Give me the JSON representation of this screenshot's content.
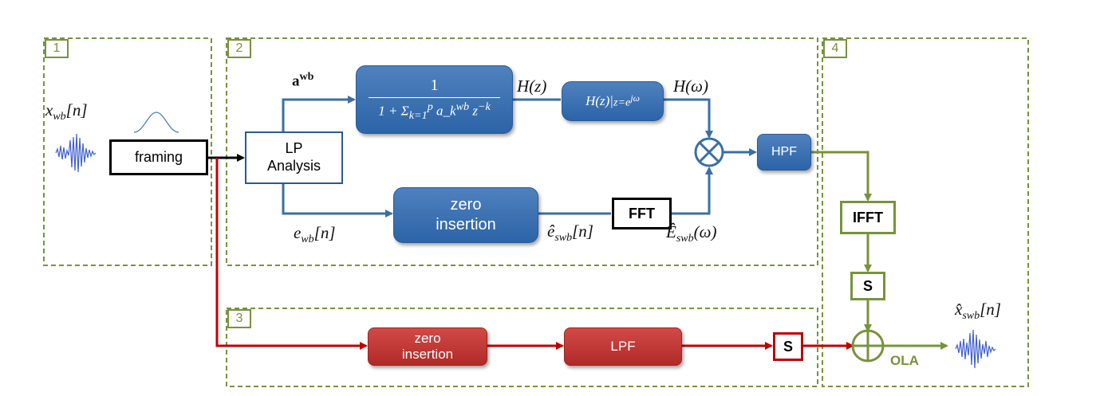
{
  "regions": [
    {
      "number": "1"
    },
    {
      "number": "2"
    },
    {
      "number": "3"
    },
    {
      "number": "4"
    }
  ],
  "blocks": {
    "framing": "framing",
    "lp_analysis_line1": "LP",
    "lp_analysis_line2": "Analysis",
    "synthesis_filter_numerator": "1",
    "synthesis_filter_denominator": "1 + Σ_{k=1}^{p} a_k^{wb} z^{−k}",
    "freq_eval": "H(z)|_{z=e^{jω}}",
    "zero_insertion_top_line1": "zero",
    "zero_insertion_top_line2": "insertion",
    "fft": "FFT",
    "hpf": "HPF",
    "ifft": "IFFT",
    "s_top": "S",
    "zero_insertion_bottom_line1": "zero",
    "zero_insertion_bottom_line2": "insertion",
    "lpf": "LPF",
    "s_bottom": "S"
  },
  "signals": {
    "input": "x_{wb}[n]",
    "lp_coeffs": "a^{wb}",
    "hz": "H(z)",
    "homega": "H(ω)",
    "residual": "e_{wb}[n]",
    "residual_upsampled": "ê_{swb}[n]",
    "spectrum": "Ê_{swb}(ω)",
    "output": "x̂_{swb}[n]",
    "ola": "OLA"
  },
  "colors": {
    "region_border": "#77933c",
    "blue_path": "#3a6fa6",
    "red_path": "#c00000",
    "green_path": "#77933c",
    "blue_block": "#4f81bd",
    "red_block": "#c0392b",
    "waveform": "#3f5fd0"
  },
  "icons": [
    "window-icon",
    "waveform-icon",
    "multiply-icon",
    "sum-icon"
  ]
}
